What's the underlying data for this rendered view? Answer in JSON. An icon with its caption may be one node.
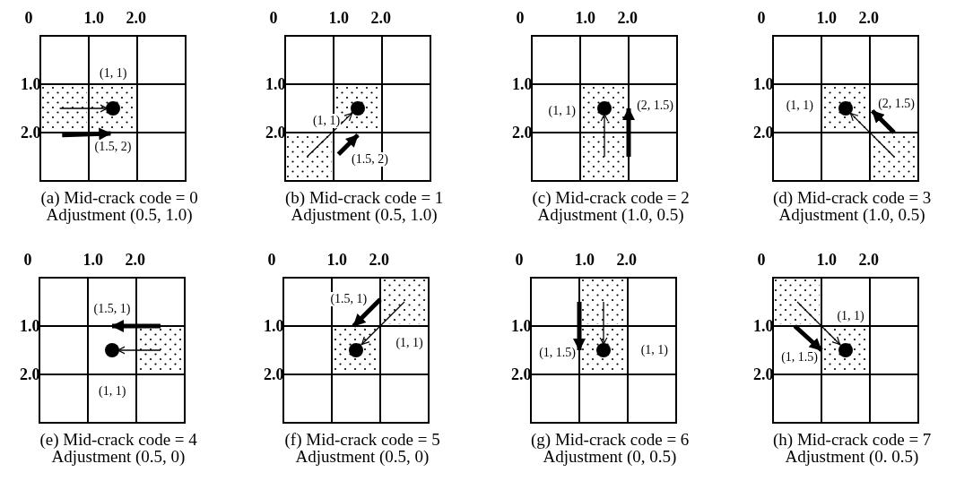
{
  "diagram": {
    "labels": [
      "0",
      "1.0",
      "2.0",
      "1.0",
      "2.0",
      "(1, 1)",
      "(1.5, 2)",
      "(a) Mid-crack code = 0",
      "Adjustment (0.5, 1.0)",
      "0",
      "1.0",
      "2.0",
      "1.0",
      "2.0",
      "(1, 1)",
      "(1.5, 2)",
      "(b) Mid-crack code = 1",
      "Adjustment (0.5, 1.0)",
      "0",
      "1.0",
      "2.0",
      "1.0",
      "2.0",
      "(1, 1)",
      "(2, 1.5)",
      "(c) Mid-crack code = 2",
      "Adjustment (1.0, 0.5)",
      "0",
      "1.0",
      "2.0",
      "1.0",
      "2.0",
      "(1, 1)",
      "(2, 1.5)",
      "(d) Mid-crack code = 3",
      "Adjustment (1.0, 0.5)",
      "0",
      "1.0",
      "2.0",
      "1.0",
      "2.0",
      "(1.5, 1)",
      "(1, 1)",
      "(e) Mid-crack code = 4",
      "Adjustment (0.5, 0)",
      "0",
      "1.0",
      "2.0",
      "1.0",
      "2.0",
      "(1.5, 1)",
      "(1, 1)",
      "(f) Mid-crack code = 5",
      "Adjustment (0.5, 0)",
      "0",
      "1.0",
      "2.0",
      "1.0",
      "2.0",
      "(1, 1.5)",
      "(1, 1)",
      "(g) Mid-crack code = 6",
      "Adjustment (0, 0.5)",
      "0",
      "1.0",
      "2.0",
      "1.0",
      "2.0",
      "(1, 1)",
      "(1, 1.5)",
      "(h) Mid-crack code = 7",
      "Adjustment (0. 0.5)"
    ]
  }
}
